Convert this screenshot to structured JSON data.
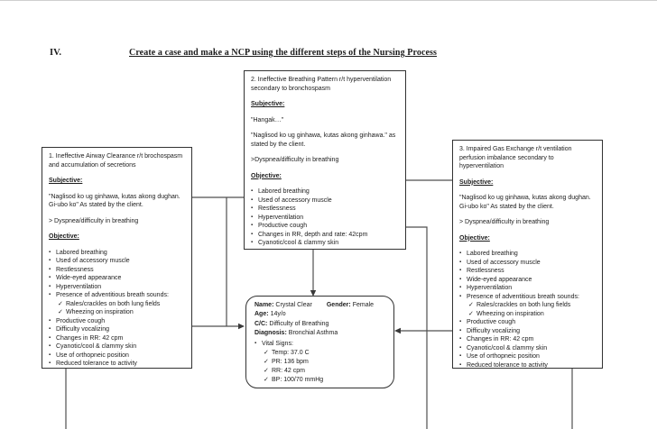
{
  "page": {
    "numeral": "IV.",
    "title": "Create a case and make a NCP using the different steps of the Nursing Process"
  },
  "labels": {
    "subjective": "Subjective:",
    "objective": "Objective:"
  },
  "boxes": {
    "box1": {
      "title": "1. Ineffective Airway Clearance r/t brochospasm and accumulation of secretions",
      "subjective": [
        "\"Naglisod ko ug ginhawa, kutas akong dughan. Gi-ubo ko\" As stated by the client.",
        "> Dyspnea/difficulty in breathing"
      ],
      "objective": [
        "Labored breathing",
        "Used of accessory muscle",
        "Restlessness",
        "Wide-eyed appearance",
        "Hyperventilation",
        "Presence of adventitious breath sounds:",
        "✓Rales/crackles on both lung fields",
        "✓Wheezing on inspiration",
        "Productive cough",
        "Difficulty vocalizing",
        "Changes in RR: 42 cpm",
        "Cyanotic/cool & clammy skin",
        "Use of orthopneic position",
        "Reduced tolerance to activity"
      ]
    },
    "box2": {
      "title": "2. Ineffective Breathing Pattern r/t hyperventilation secondary to bronchospasm",
      "subjective": [
        "\"Hangak…\"",
        "\"Naglisod ko ug ginhawa, kutas akong ginhawa.\" as stated by the client.",
        ">Dyspnea/difficulty in breathing"
      ],
      "objective": [
        "Labored breathing",
        "Used of accessory muscle",
        "Restlessness",
        "Hyperventilation",
        "Productive cough",
        "Changes in RR, depth and rate: 42cpm",
        "Cyanotic/cool & clammy skin"
      ]
    },
    "box3": {
      "title": "3. Impaired Gas Exchange r/t ventilation perfusion imbalance secondary to hyperventilation",
      "subjective": [
        "\"Naglisod ko ug ginhawa, kutas akong dughan. Gi-ubo ko\" As stated by the client.",
        "> Dyspnea/difficulty in breathing"
      ],
      "objective": [
        "Labored breathing",
        "Used of accessory muscle",
        "Restlessness",
        "Wide-eyed appearance",
        "Hyperventilation",
        "Presence of adventitious breath sounds:",
        "✓Rales/crackles on both lung fields",
        "✓Wheezing on inspiration",
        "Productive cough",
        "Difficulty vocalizing",
        "Changes in RR: 42 cpm",
        "Cyanotic/cool & clammy skin",
        "Use of orthopneic position",
        "Reduced tolerance to activity"
      ]
    }
  },
  "patient": {
    "rows": [
      [
        {
          "label": "Name:",
          "value": "Crystal Clear"
        },
        {
          "label": "Gender:",
          "value": "Female"
        }
      ],
      [
        {
          "label": "Age:",
          "value": "14y/o"
        }
      ],
      [
        {
          "label": "C/C:",
          "value": "Difficulty of Breathing"
        }
      ],
      [
        {
          "label": "Diagnosis:",
          "value": "Bronchial Asthma"
        }
      ]
    ],
    "vitals": [
      "Vital Signs:",
      "✓Temp: 37.0 C",
      "✓PR: 136 bpm",
      "✓RR: 42 cpm",
      "✓BP: 100/70 mmHg"
    ]
  },
  "colors": {
    "border": "#323232",
    "connector": "#4f4f4f",
    "text": "#1c1c1c",
    "background": "#ffffff"
  }
}
